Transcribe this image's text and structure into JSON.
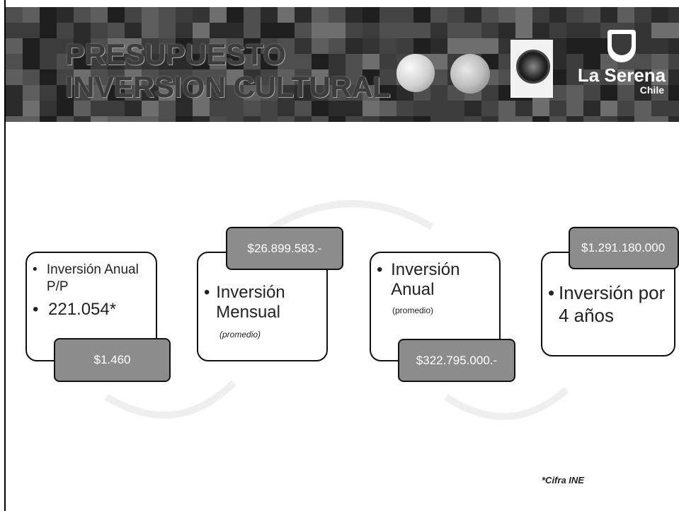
{
  "banner": {
    "title_line1": "PRESUPUESTO",
    "title_line2": "INVERSION CULTURAL",
    "brand_name": "La Serena",
    "brand_sub": "Chile",
    "logos": [
      "logo-circle-flag",
      "logo-circle-emblem",
      "logo-seal",
      "la-serena-shield"
    ]
  },
  "cards": [
    {
      "tag": "$1.460",
      "bullets": [
        "Inversión Anual P/P",
        "221.054*"
      ]
    },
    {
      "tag": "$26.899.583.-",
      "bullet": "Inversión Mensual",
      "sub": "promedio"
    },
    {
      "tag": "$322.795.000.-",
      "bullet": "Inversión Anual",
      "sub": "(promedio)"
    },
    {
      "tag": "$1.291.180.000",
      "bullet": "Inversión por 4 años"
    }
  ],
  "footnote": "*Cifra INE",
  "colors": {
    "tag_fill": "#8c8c8c",
    "banner_dark": "#2e2e2e",
    "text": "#222222"
  }
}
